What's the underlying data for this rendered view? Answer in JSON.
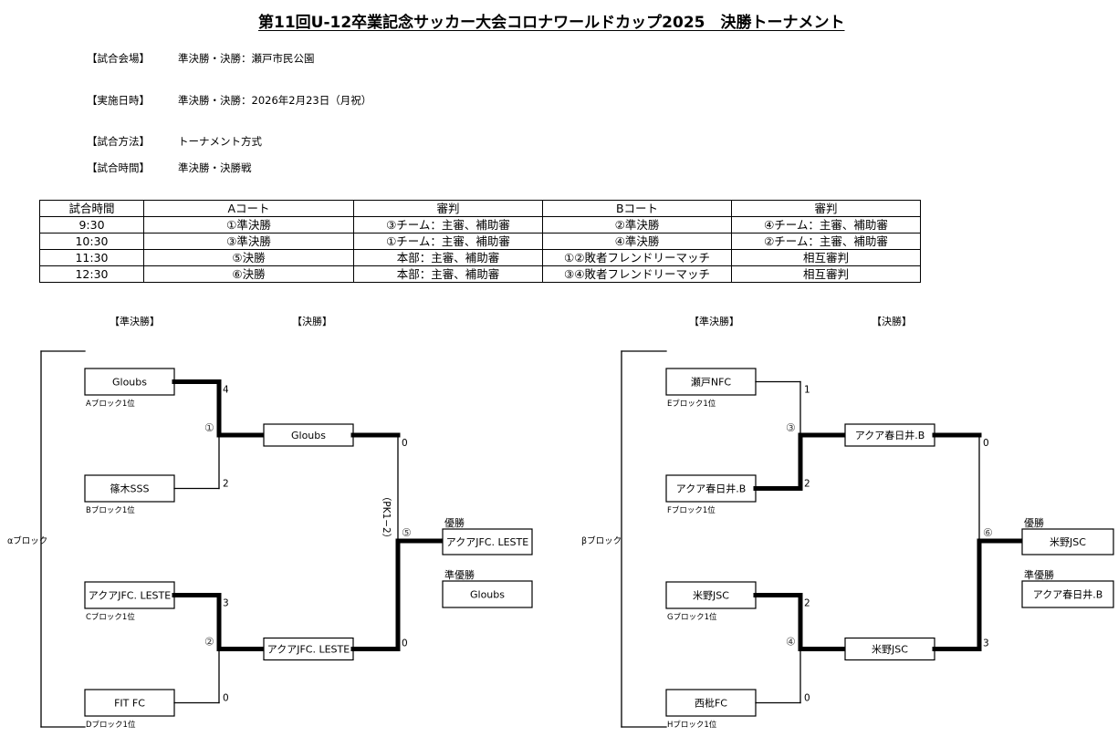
{
  "title": "第11回U-12卒業記念サッカー大会コロナワールドカップ2025　決勝トーナメント",
  "info": [
    {
      "label": "【試合会場】",
      "value": "準決勝・決勝：瀬戸市民公園"
    },
    {
      "label": "【実施日時】",
      "value": "準決勝・決勝：2026年2月23日（月祝）"
    },
    {
      "label": "【試合方法】",
      "value": "トーナメント方式"
    },
    {
      "label": "【試合時間】",
      "value": "準決勝・決勝戦"
    }
  ],
  "schedule": {
    "headers": [
      "試合時間",
      "Aコート",
      "審判",
      "Bコート",
      "審判"
    ],
    "rows": [
      [
        "9:30",
        "①準決勝",
        "③チーム：主審、補助審",
        "②準決勝",
        "④チーム：主審、補助審"
      ],
      [
        "10:30",
        "③準決勝",
        "①チーム：主審、補助審",
        "④準決勝",
        "②チーム：主審、補助審"
      ],
      [
        "11:30",
        "⑤決勝",
        "本部：主審、補助審",
        "①②敗者フレンドリーマッチ",
        "相互審判"
      ],
      [
        "12:30",
        "⑥決勝",
        "本部：主審、補助審",
        "③④敗者フレンドリーマッチ",
        "相互審判"
      ]
    ]
  },
  "brackets": [
    {
      "block_label": "αブロック",
      "semifinal_label": "【準決勝】",
      "final_label": "【決勝】",
      "semis": [
        {
          "match_no": "①",
          "teams": [
            {
              "name": "Gloubs",
              "seed": "Aブロック1位",
              "score": "4",
              "winner": true
            },
            {
              "name": "篠木SSS",
              "seed": "Bブロック1位",
              "score": "2",
              "winner": false
            }
          ]
        },
        {
          "match_no": "②",
          "teams": [
            {
              "name": "アクアJFC. LESTE",
              "seed": "Cブロック1位",
              "score": "3",
              "winner": true
            },
            {
              "name": "FIT FC",
              "seed": "Dブロック1位",
              "score": "0",
              "winner": false
            }
          ]
        }
      ],
      "final": {
        "match_no": "⑤",
        "teams": [
          {
            "name": "Gloubs",
            "score": "0",
            "winner": false
          },
          {
            "name": "アクアJFC. LESTE",
            "score": "0",
            "winner": true
          }
        ],
        "note": "（PK1−2）"
      },
      "champion_label": "優勝",
      "champion": "アクアJFC. LESTE",
      "runner_up_label": "準優勝",
      "runner_up": "Gloubs"
    },
    {
      "block_label": "βブロック",
      "semifinal_label": "【準決勝】",
      "final_label": "【決勝】",
      "semis": [
        {
          "match_no": "③",
          "teams": [
            {
              "name": "瀬戸NFC",
              "seed": "Eブロック1位",
              "score": "1",
              "winner": false
            },
            {
              "name": "アクア春日井.B",
              "seed": "Fブロック1位",
              "score": "2",
              "winner": true
            }
          ]
        },
        {
          "match_no": "④",
          "teams": [
            {
              "name": "米野JSC",
              "seed": "Gブロック1位",
              "score": "2",
              "winner": true
            },
            {
              "name": "西枇FC",
              "seed": "Hブロック1位",
              "score": "0",
              "winner": false
            }
          ]
        }
      ],
      "final": {
        "match_no": "⑥",
        "teams": [
          {
            "name": "アクア春日井.B",
            "score": "0",
            "winner": false
          },
          {
            "name": "米野JSC",
            "score": "3",
            "winner": true
          }
        ],
        "note": ""
      },
      "champion_label": "優勝",
      "champion": "米野JSC",
      "runner_up_label": "準優勝",
      "runner_up": "アクア春日井.B"
    }
  ]
}
